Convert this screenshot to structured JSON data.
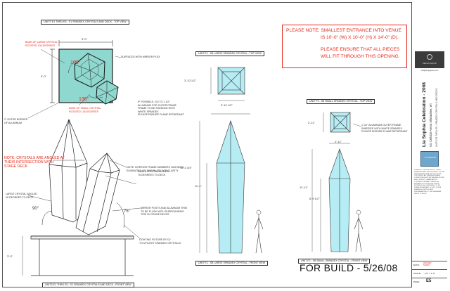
{
  "sheet": {
    "for_build": "FOR BUILD - 5/26/08"
  },
  "notice": {
    "lines": [
      "PLEASE NOTE: SMALLEST ENTRANCE INTO VENUE",
      "IS 10'-0\" (W) X 10'-0\" (H) X 14'-0\" (D).",
      "PLEASE ENSURE THAT ALL PIECES",
      "WILL FIT THROUGH THIS OPENING."
    ]
  },
  "view_tags": {
    "top_view": "UNITS E1 THRU E5 - S1 SPANDEX CRYSTALS AND DECK - TOP VIEW",
    "front_view": "UNITS E1 THRU E5 - S1 SPANDEX CRYSTALS AND DECK - FRONT VIEW",
    "large_top": "UNIT E1 - S8 LARGE SPANDEX CRYSTAL - TOP VIEW",
    "large_front": "UNIT E1 - S8 LARGE SPANDEX CRYSTAL - FRONT VIEW",
    "small_top": "UNIT F2 - S8 SMALL SPANDEX CRYSTAL - TOP VIEW",
    "small_front": "UNIT F2 - S8 SMALL SPANDEX CRYSTAL - FRONT VIEW"
  },
  "notes": {
    "large_base": "BASE OF LARGE CRYSTAL\nROTATED 108 DEGREES",
    "small_base": "BASE OF SMALL CRYSTAL\nROTATED 136 DEGREES",
    "surface": "SURFACED WITH MIRROR PLEX",
    "border": "2\" OUTER BORDER\nOF ALUMINUM",
    "frame": "IF POSSIBLE, GO TO 1 1/2\"\nALUMINUM FOR OUTER FRAME\nFRAME TO BE SHEEDED WITH\nWHITE SPANDEX\nPLEASE ENSURE FLAME RETARDANT",
    "angled": "NOTE: CRYSTALS ARE ANGLED AT\nTHEIR INTERSECTION WITH\nSTAGE DECK",
    "interior": "NOTE: INTERIOR FRAME MEMBERS HAS BEEN\nELIMINATED ON THIS PLATE FOR CLARITY",
    "large_angle": "LARGE CRYSTAL ANGLED\n90 DEGREES TO DECK",
    "small_angle": "SMALL CRYSTAL ANGLED\n75 DEGREES TO DECK",
    "mirror": "MIRROR POSTS AND ALUMINUM TRIM\nTO BE FLUSH WITH SURROUNDING\nTRIP 3/4 STAGE DECKS",
    "lighting": "LIGHTING FIXTURE BY DJ\nTO UPLIGHT SPANDEX CRYSTALS",
    "small_frame": "1 1/2\" ALUMINUM OUTER FRAME\nSHEEDED WITH WHITE SPANDEX\nPLEASE ENSURE FLAME RETARDANT"
  },
  "dims": {
    "top_width": "9'-0\"",
    "top_height": "9'-0\"",
    "angle_108": "108°",
    "angle_136": "136°",
    "angle_90": "90°",
    "angle_75": "75°",
    "deck": "3'-0\"",
    "large_w": "3'-10 1/2\"",
    "large_top_h": "3'-10 1/2\"",
    "large_h1": "16'-3 3/4\"",
    "large_h2": "11'-1\"",
    "small_w": "2'-11\"",
    "small_top_h": "2'-11\"",
    "small_h1": "11'-11\"",
    "small_h2": "6'-9 1/2\""
  },
  "title_block": {
    "logo_text": "DESIGN GROUP",
    "phone": "info@designgroup.com",
    "event": "Lia Sophia Celebration - 2008",
    "venue": "US Cellular Arena    Milwaukee, WI",
    "sheet_title": "UNITS E1 THRU E5 - SPANDEX CRYSTALS AND DECKS",
    "photo_label": "LIA SOPHIA",
    "paragraph": "DRAWN BY: DESIGN GROUP. THESE DRAWINGS ARE THE PROPERTY OF THE DESIGNER AND ARE PROTECTED BY COPYRIGHT. ALL DIMENSIONS AND CONDITIONS MUST BE VERIFIED IN THE FIELD PRIOR TO FABRICATION. CONTRACTOR SHALL VERIFY ALL ELEMENTS FIT THROUGH VENUE ENTRANCE. ALL MATERIALS TO BE FLAME RETARDANT. DO NOT SCALE DRAWINGS. REPORT ANY DISCREPANCIES TO THE DESIGNER PRIOR TO BUILD.",
    "date_label": "DATE:",
    "date_value": "REVISED 5/26/08",
    "scale_label": "SCALE:",
    "scale_value": "1/2\" = 1'-0\"",
    "page_label": "PAGE:",
    "page_value": "E5"
  },
  "colors": {
    "accent_red": "#e8281a",
    "crystal_fill": "#8fd8cf",
    "crystal_blue": "#b6ecf4"
  }
}
